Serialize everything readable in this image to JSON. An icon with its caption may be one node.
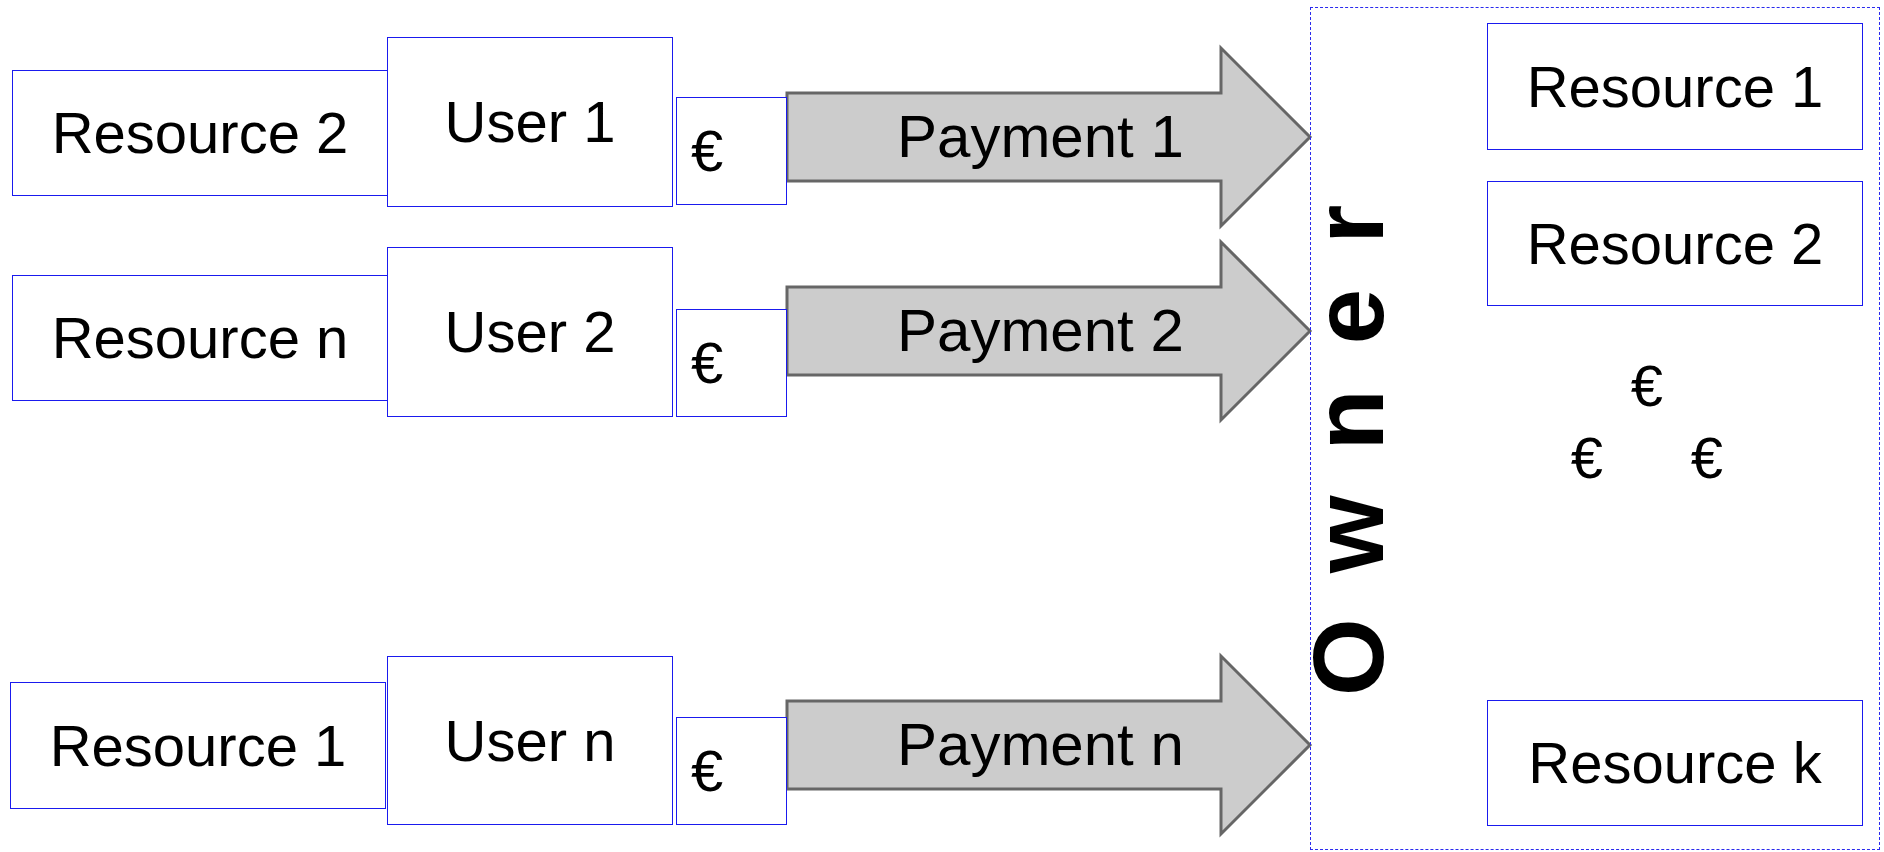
{
  "diagram": {
    "nodes": [
      {
        "text": [
          "Resource 2"
        ]
      },
      {
        "text": [
          "User 1"
        ]
      },
      {
        "text": [
          "€"
        ]
      },
      {
        "text": [
          "Resource n"
        ]
      },
      {
        "text": [
          "User 2"
        ]
      },
      {
        "text": [
          "€"
        ]
      },
      {
        "text": [
          "Resource 1"
        ]
      },
      {
        "text": [
          "User n"
        ]
      },
      {
        "text": [
          "€"
        ]
      },
      {
        "text": [
          "Owner"
        ]
      },
      {
        "text": [
          "Resource 1"
        ],
        "in": 9
      },
      {
        "text": [
          "Resource 2"
        ],
        "in": 9
      },
      {
        "text": [
          "Resource k"
        ],
        "in": 9
      }
    ],
    "edges": [
      {
        "from": 2,
        "to": 9,
        "arrow": "to",
        "label": "Payment 1",
        "style": "thick"
      },
      {
        "from": 5,
        "to": 9,
        "arrow": "to",
        "label": "Payment 2",
        "style": "thick"
      },
      {
        "from": 8,
        "to": 9,
        "arrow": "to",
        "label": "Payment n",
        "style": "thick"
      }
    ],
    "labels": [
      "€",
      "€",
      "€"
    ]
  }
}
